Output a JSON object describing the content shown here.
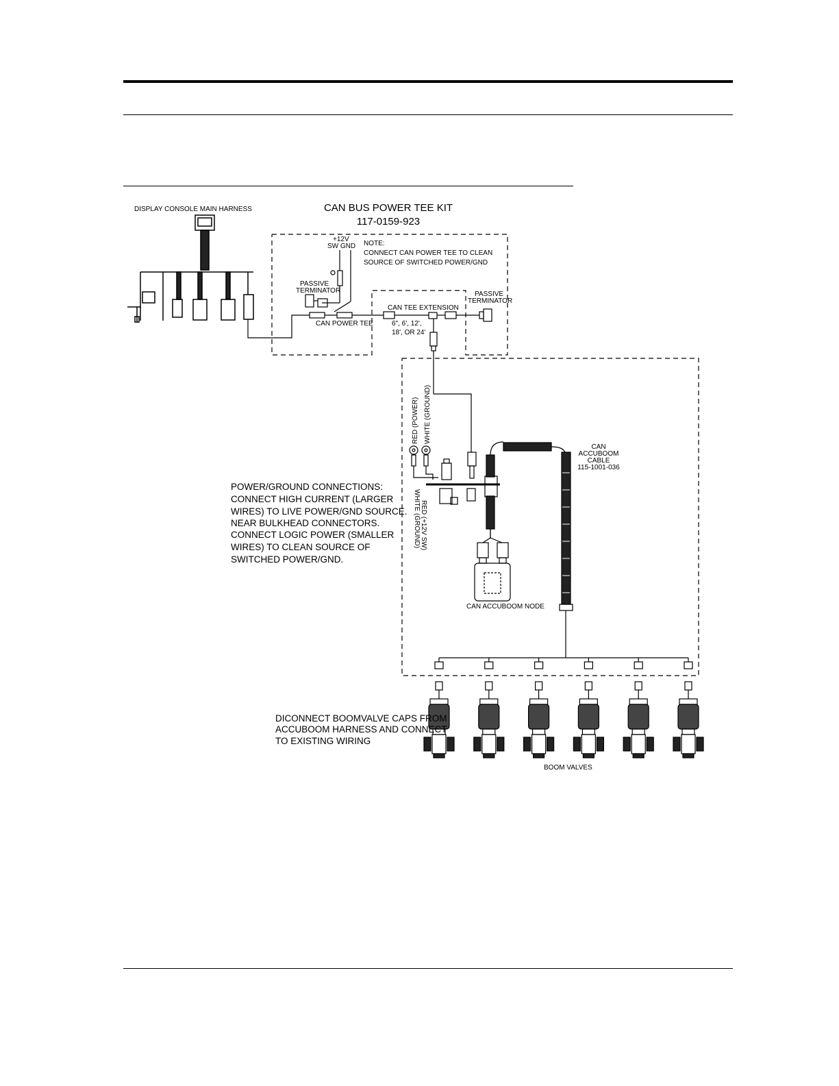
{
  "diagram": {
    "kit_title": "CAN BUS POWER TEE KIT",
    "kit_part_number": "117-0159-923",
    "display_console_label": "DISPLAY CONSOLE MAIN HARNESS",
    "supply_label_1": "+12V",
    "supply_label_2": "SW  GND",
    "note_lines": [
      "NOTE:",
      "CONNECT CAN POWER TEE TO CLEAN",
      "SOURCE OF SWITCHED POWER/GND"
    ],
    "passive_terminator_left": [
      "PASSIVE",
      "TERMINATOR"
    ],
    "passive_terminator_right": [
      "PASSIVE",
      "TERMINATOR"
    ],
    "can_power_tee_label": "CAN POWER TEE",
    "can_tee_extension_label": "CAN TEE EXTENSION",
    "extension_lengths": [
      "6\", 6', 12',",
      "18', OR 24'"
    ],
    "red_power_label": "RED (POWER)",
    "white_ground_label": "WHITE (GROUND)",
    "red_switched_label": "RED (+12V SW)",
    "white_ground_label_2": "WHITE (GROUND)",
    "can_accuboom_cable": [
      "CAN",
      "ACCUBOOM",
      "CABLE",
      "115-1001-036"
    ],
    "can_accuboom_node_label": "CAN ACCUBOOM NODE",
    "power_ground_note": [
      "POWER/GROUND CONNECTIONS:",
      "CONNECT HIGH CURRENT (LARGER",
      "WIRES) TO LIVE POWER/GND SOURCE.",
      "NEAR BULKHEAD CONNECTORS.",
      "CONNECT LOGIC POWER (SMALLER",
      "WIRES) TO CLEAN SOURCE OF",
      "SWITCHED POWER/GND."
    ],
    "disconnect_note": [
      "DICONNECT BOOMVALVE CAPS FROM",
      "ACCUBOOM HARNESS AND CONNECT",
      "TO EXISTING WIRING"
    ],
    "boom_valves_label": "BOOM VALVES",
    "boom_valve_count": 6
  }
}
